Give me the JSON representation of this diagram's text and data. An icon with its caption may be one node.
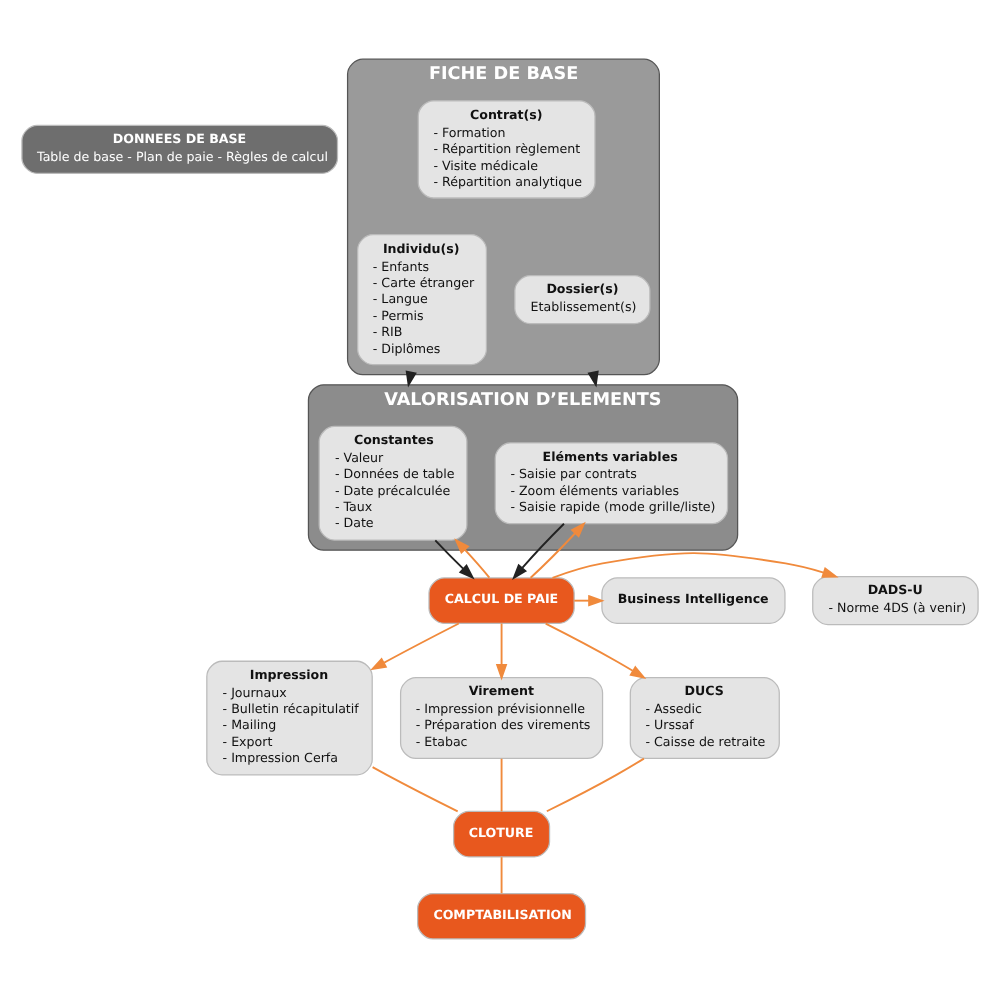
{
  "diagram": {
    "nodes": [
      {
        "text": [
          "DONNEES DE BASE",
          "Table de base - Plan de paie - Règles de calcul"
        ]
      },
      {
        "text": [
          "FICHE DE BASE"
        ]
      },
      {
        "text": [
          "Dossier(s)",
          "Etablissement(s)"
        ],
        "in": 1
      },
      {
        "text": [
          "Individu(s)",
          "- Enfants",
          "- Carte étranger",
          "- Langue",
          "- Permis",
          "- RIB",
          "- Diplômes"
        ],
        "in": 1
      },
      {
        "text": [
          "Contrat(s)",
          "- Formation",
          "- Répartition règlement",
          "- Visite médicale",
          "- Répartition analytique"
        ],
        "in": 1
      },
      {
        "text": [
          "VALORISATION D’ELEMENTS"
        ]
      },
      {
        "text": [
          "Eléments variables",
          "- Saisie par contrats",
          "- Zoom éléments variables",
          "- Saisie rapide (mode grille/liste)"
        ],
        "in": 5
      },
      {
        "text": [
          "Constantes",
          "- Valeur",
          "- Données de table",
          "- Date précalculée",
          "- Taux",
          "- Date"
        ],
        "in": 5
      },
      {
        "text": [
          "DADS-U",
          "- Norme 4DS (à venir)"
        ]
      },
      {
        "text": [
          "CALCUL DE PAIE"
        ]
      },
      {
        "text": [
          "Business Intelligence"
        ]
      },
      {
        "text": [
          "Impression",
          "- Journaux",
          "- Bulletin récapitulatif",
          "- Mailing",
          "- Export",
          "- Impression Cerfa"
        ]
      },
      {
        "text": [
          "Virement",
          "- Impression prévisionnelle",
          "- Préparation des virements",
          "- Etabac"
        ]
      },
      {
        "text": [
          "DUCS",
          "- Assedic",
          "- Urssaf",
          "- Caisse de retraite"
        ]
      },
      {
        "text": [
          "CLOTURE"
        ]
      },
      {
        "text": [
          "COMPTABILISATION"
        ]
      }
    ],
    "edges": [
      {
        "from": 1,
        "to": 5,
        "arrow": "to",
        "color": "#222222"
      },
      {
        "from": 1,
        "to": 5,
        "arrow": "to",
        "color": "#222222"
      },
      {
        "from": 6,
        "to": 9,
        "arrow": "to",
        "color": "#222222"
      },
      {
        "from": 7,
        "to": 9,
        "arrow": "to",
        "color": "#222222"
      },
      {
        "from": 9,
        "to": 6,
        "arrow": "to"
      },
      {
        "from": 9,
        "to": 7,
        "arrow": "to"
      },
      {
        "from": 9,
        "to": 8,
        "arrow": "to"
      },
      {
        "from": 9,
        "to": 10,
        "arrow": "to"
      },
      {
        "from": 9,
        "to": 11,
        "arrow": "to"
      },
      {
        "from": 9,
        "to": 12,
        "arrow": "to"
      },
      {
        "from": 9,
        "to": 13,
        "arrow": "to"
      },
      {
        "from": 11,
        "to": 14,
        "arrow": "none"
      },
      {
        "from": 12,
        "to": 14,
        "arrow": "none"
      },
      {
        "from": 13,
        "to": 14,
        "arrow": "none"
      },
      {
        "from": 14,
        "to": 15,
        "arrow": "none"
      }
    ]
  }
}
